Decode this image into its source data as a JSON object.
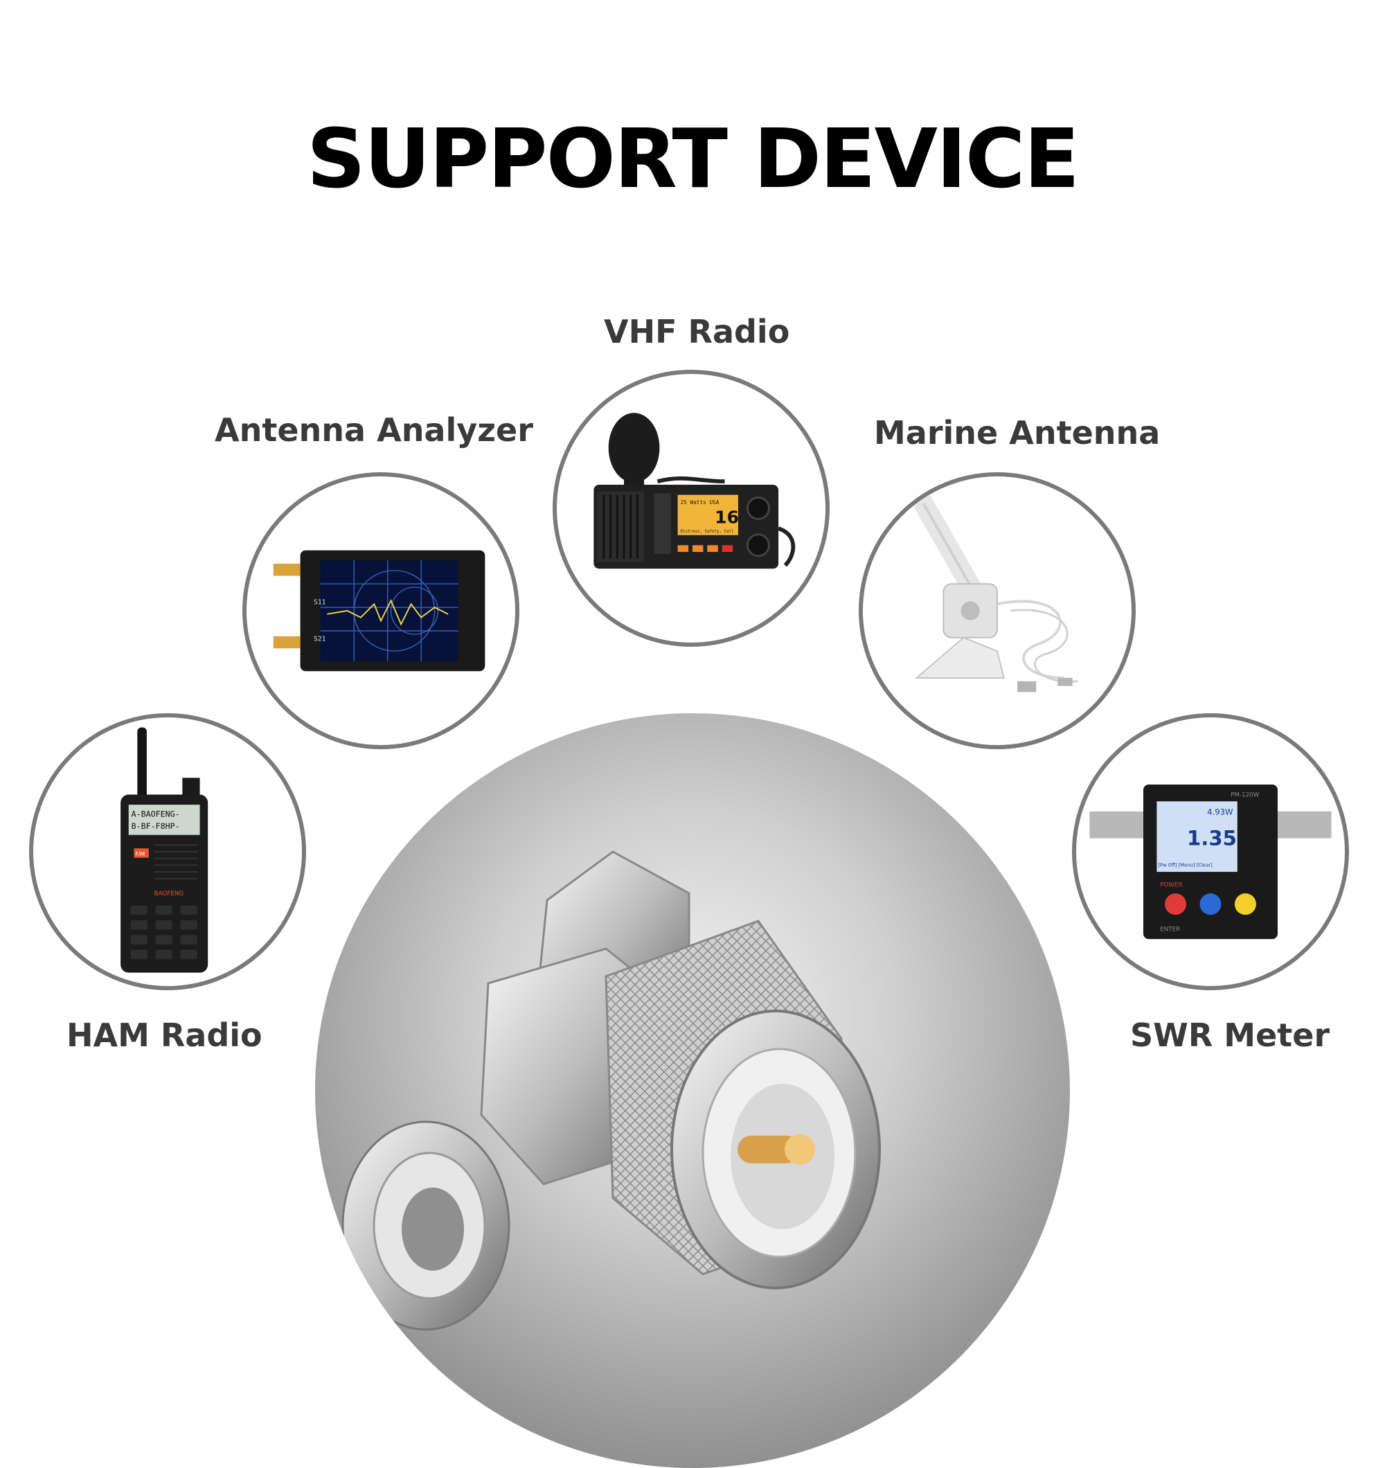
{
  "title": "SUPPORT DEVICE",
  "devices": {
    "vhf_radio": "VHF Radio",
    "antenna_analyzer": "Antenna Analyzer",
    "marine_antenna": "Marine Antenna",
    "ham_radio": "HAM Radio",
    "swr_meter": "SWR Meter"
  },
  "vhf_screen": {
    "channel": "16",
    "line1": "25 Watts USA",
    "line2": "Distress, Safety, Call"
  },
  "ham_screen": {
    "line1": "A-BAOFENG-",
    "line2": "B-BF-F8HP-",
    "button": "F/M",
    "brand": "BAOFENG"
  },
  "swr_screen": {
    "watts": "4.93W",
    "value": "1.35",
    "menu": "[Pw Off] [Menu] [Clear]",
    "model": "PM-120W",
    "power": "POWER",
    "enter": "ENTER"
  },
  "analyzer_screen": {
    "s11": "S11",
    "s21": "S21"
  },
  "colors": {
    "ring": "#7a7a7a",
    "label": "#3a3a3a",
    "title": "#000000"
  }
}
